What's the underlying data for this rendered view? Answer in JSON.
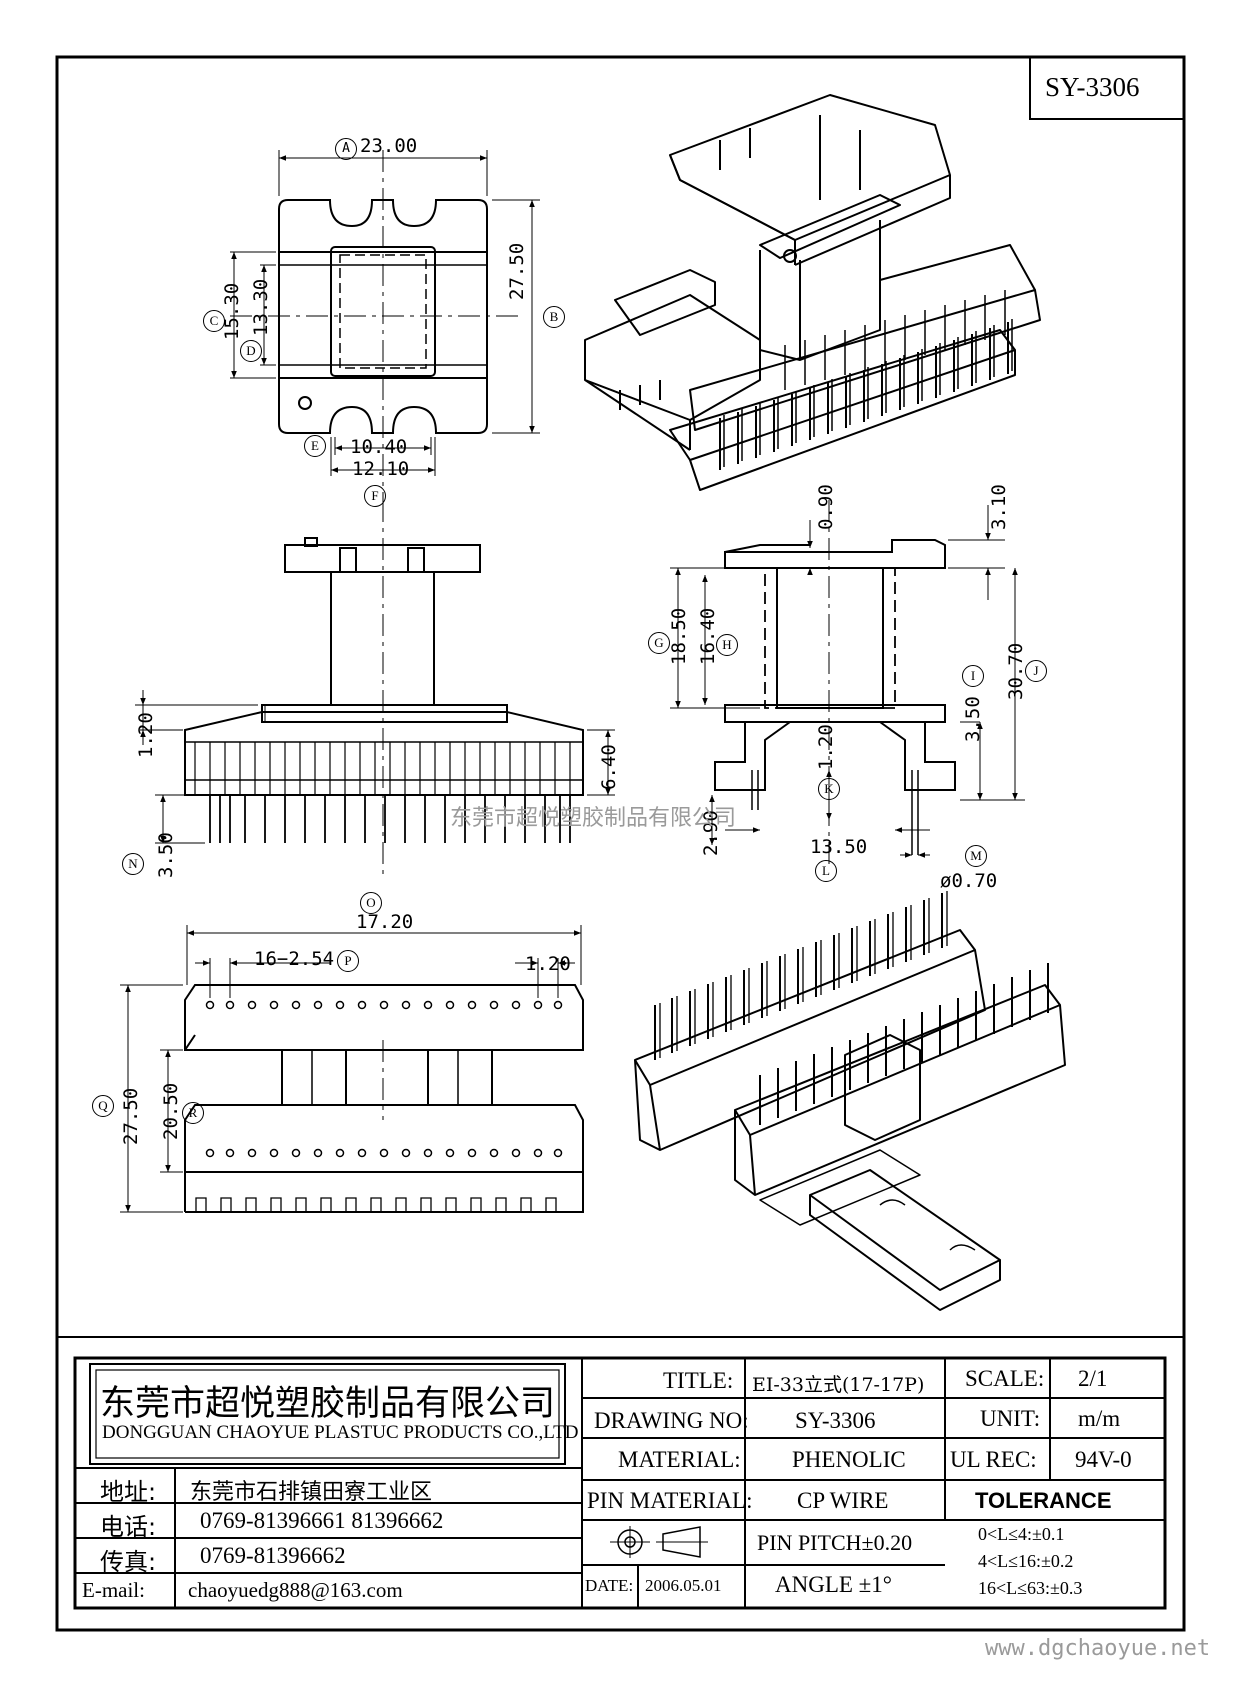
{
  "drawing_id": "SY-3306",
  "watermark": "东莞市超悦塑胶制品有限公司",
  "site_footer": "www.dgchaoyue.net",
  "dimensions": {
    "a": "23.00",
    "b": "27.50",
    "c": "15.30",
    "d": "13.30",
    "e": "10.40",
    "f": "12.10",
    "side_top": "0.90",
    "side_flange": "3.10",
    "g": "18.50",
    "h": "16.40",
    "j": "30.70",
    "i": "3.50",
    "k": "1.20",
    "l": "13.50",
    "pin_len": "2.90",
    "m": "ø0.70",
    "front_120": "1.20",
    "front_640": "6.40",
    "n": "3.50",
    "o": "17.20",
    "p": "16−2.54",
    "p_right": "1.20",
    "q": "27.50",
    "r": "20.50"
  },
  "markers": [
    "A",
    "B",
    "C",
    "D",
    "E",
    "F",
    "G",
    "H",
    "I",
    "J",
    "K",
    "L",
    "M",
    "N",
    "O",
    "P",
    "Q",
    "R"
  ],
  "title_block": {
    "company_cn": "东莞市超悦塑胶制品有限公司",
    "company_en": "DONGGUAN CHAOYUE PLASTUC PRODUCTS CO.,LTD",
    "address_label": "地址:",
    "address": "东莞市石排镇田寮工业区",
    "phone_label": "电话:",
    "phone": "0769-81396661   81396662",
    "fax_label": "传真:",
    "fax": "0769-81396662",
    "email_label": "E-mail:",
    "email": "chaoyuedg888@163.com",
    "title_label": "TITLE:",
    "title": "EI-33立式(17-17P)",
    "drawing_no_label": "DRAWING NO:",
    "drawing_no": "SY-3306",
    "material_label": "MATERIAL:",
    "material": "PHENOLIC",
    "pin_material_label": "PIN MATERIAL:",
    "pin_material": "CP WIRE",
    "date_label": "DATE:",
    "date": "2006.05.01",
    "pin_pitch": "PIN PITCH±0.20",
    "angle": "ANGLE  ±1°",
    "scale_label": "SCALE:",
    "scale": "2/1",
    "unit_label": "UNIT:",
    "unit": "m/m",
    "ul_label": "UL REC:",
    "ul": "94V-0",
    "tolerance_label": "TOLERANCE",
    "tolerance_lines": [
      "0<L≤4:±0.1",
      "4<L≤16:±0.2",
      "16<L≤63:±0.3"
    ]
  }
}
